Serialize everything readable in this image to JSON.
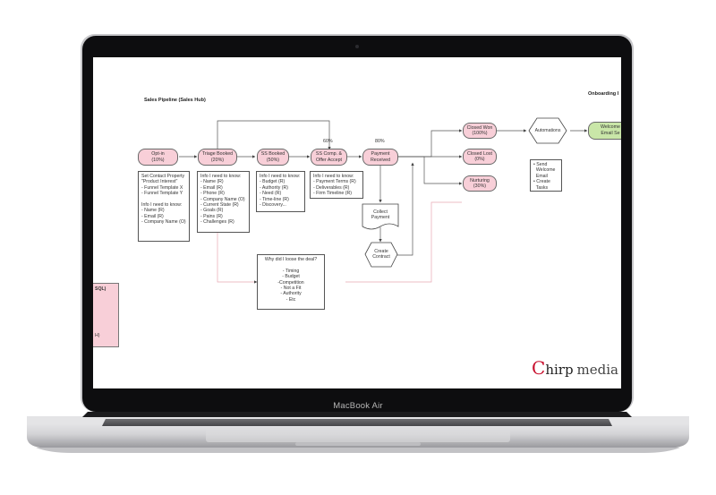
{
  "device": {
    "label": "MacBook Air"
  },
  "diagram": {
    "title_left": "Sales Pipeline (Sales Hub)",
    "title_right": "Onboarding I",
    "stages": {
      "opt_in": [
        "Opt-in",
        "(10%)"
      ],
      "triage": [
        "Triage Booked",
        "(20%)"
      ],
      "ss_booked": [
        "SS Booked",
        "(50%)"
      ],
      "ss_comp": [
        "SS Comp. &",
        "Offer Accept"
      ],
      "payment": [
        "Payment",
        "Received"
      ],
      "closed_won": [
        "Closed Won",
        "(100%)"
      ],
      "closed_lost": [
        "Closed Lost",
        "(0%)"
      ],
      "nurturing": [
        "Nurturing",
        "(30%)"
      ],
      "welcome": [
        "Welcome",
        "Email Se"
      ]
    },
    "percent_labels": {
      "ss_comp": "60%",
      "payment": "80%"
    },
    "notes": {
      "opt_in": "Set Contact Property\n\"Product Interest\"\n- Funnel Template X\n- Funnel Template Y\n\nInfo I need to know:\n- Name (R)\n- Email (R)\n- Company Name (O)",
      "triage": "Info I need to know:\n- Name (R)\n- Email (R)\n- Phone (R)\n- Company Name (O)\n- Current State (R)\n- Goals (R)\n- Pains (R)\n- Challenges (R)",
      "ss_booked": "Info I need to know:\n- Budget (R)\n- Authority (R)\n- Need (R)\n- Time-line (R)\n- Discovery...",
      "ss_comp": "Info I need to know:\n- Payment Terms (R)\n- Deliverables (R)\n- Firm Timeline (R)",
      "lost_reason": "Why did I loose the deal?\n\n- Timing\n- Budget\n-Competition\n- Not a Fit\n- Authority\n- Etc",
      "automations_tasks": "• Send\n  Welcome\n  Email\n• Create\n  Tasks"
    },
    "actions": {
      "collect_payment": [
        "Collect",
        "Payment"
      ],
      "create_contract": [
        "Create",
        "Contract"
      ],
      "automations": "Automations"
    },
    "side_panel": {
      "top": "SQL)",
      "bottom": "H)"
    }
  },
  "logo": {
    "c": "C",
    "rest": "hirp",
    "media": "media"
  },
  "colors": {
    "stage_fill": "#f8cfd8",
    "won_fill": "#c9e6a8",
    "logo_accent": "#c8102e"
  }
}
